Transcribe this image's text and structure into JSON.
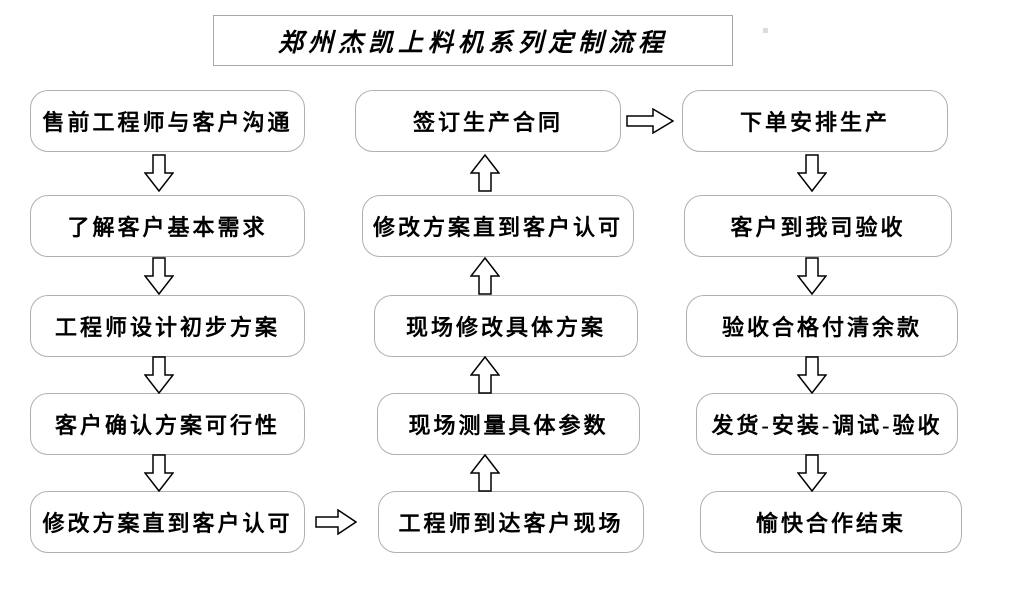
{
  "title": {
    "text": "郑州杰凯上料机系列定制流程"
  },
  "colors": {
    "background": "#ffffff",
    "node_border": "#b0b0b0",
    "title_border": "#a8a8a8",
    "text": "#000000",
    "arrow_outline": "#000000",
    "arrow_fill": "#ffffff"
  },
  "flow": {
    "left_column": {
      "direction": "down",
      "steps": [
        "售前工程师与客户沟通",
        "了解客户基本需求",
        "工程师设计初步方案",
        "客户确认方案可行性",
        "修改方案直到客户认可"
      ]
    },
    "middle_column": {
      "direction": "up",
      "steps": [
        "签订生产合同",
        "修改方案直到客户认可",
        "现场修改具体方案",
        "现场测量具体参数",
        "工程师到达客户现场"
      ]
    },
    "right_column": {
      "direction": "down",
      "steps": [
        "下单安排生产",
        "客户到我司验收",
        "验收合格付清余款",
        "发货-安装-调试-验收",
        "愉快合作结束"
      ]
    },
    "cross_links": [
      {
        "from_column": "left",
        "from_step": "修改方案直到客户认可",
        "to_column": "middle",
        "to_step": "工程师到达客户现场",
        "direction": "right"
      },
      {
        "from_column": "middle",
        "from_step": "签订生产合同",
        "to_column": "right",
        "to_step": "下单安排生产",
        "direction": "right"
      }
    ]
  }
}
